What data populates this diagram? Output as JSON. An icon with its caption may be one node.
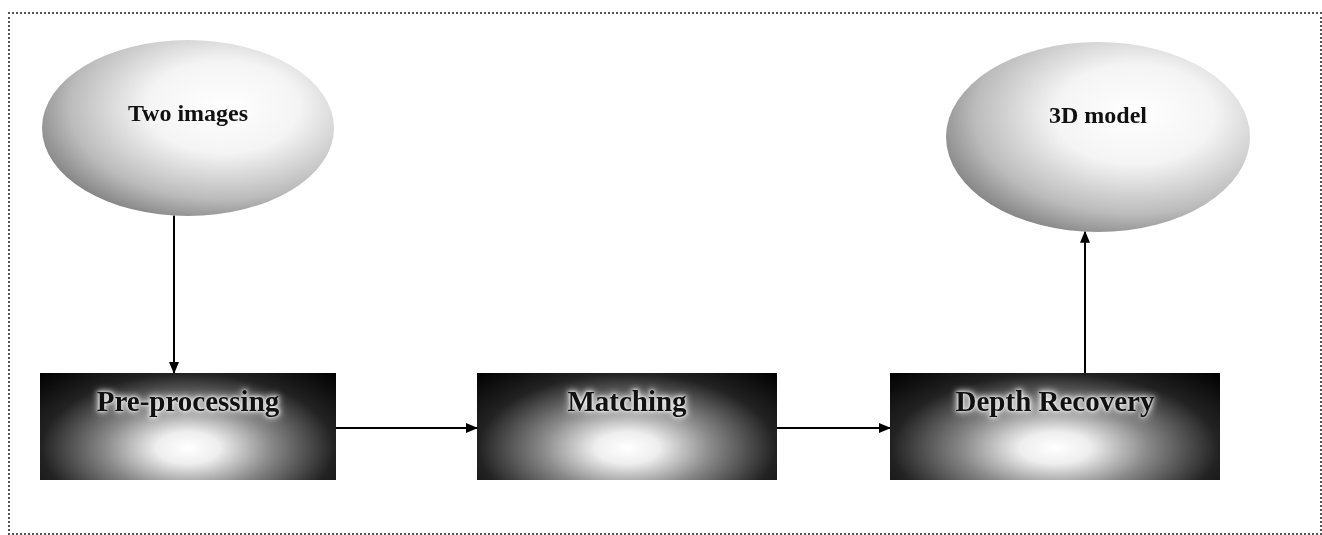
{
  "diagram": {
    "nodes": [
      {
        "text": [
          "Two images"
        ]
      },
      {
        "text": [
          "Pre-processing"
        ]
      },
      {
        "text": [
          "Matching"
        ]
      },
      {
        "text": [
          "Depth Recovery"
        ]
      },
      {
        "text": [
          "3D model"
        ]
      }
    ],
    "edges": [
      {
        "from": 0,
        "to": 1,
        "arrow": "to"
      },
      {
        "from": 1,
        "to": 2,
        "arrow": "to"
      },
      {
        "from": 2,
        "to": 3,
        "arrow": "to"
      },
      {
        "from": 3,
        "to": 4,
        "arrow": "to"
      }
    ]
  }
}
